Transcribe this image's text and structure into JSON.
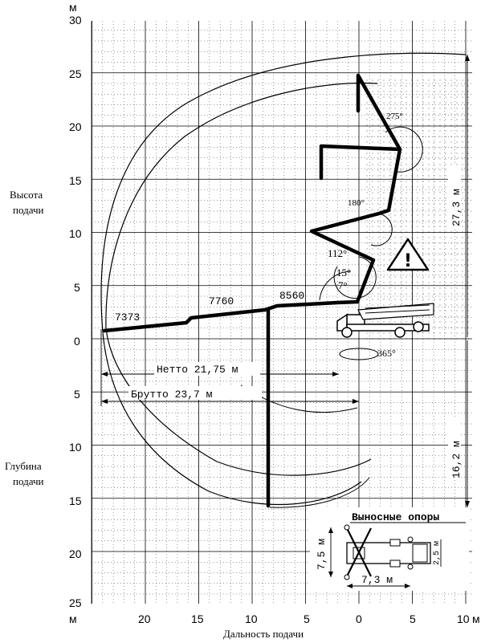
{
  "axis": {
    "unit_top": "м",
    "unit_bottom_left": "м",
    "unit_bottom_right": "м",
    "y_labels_top": [
      "30",
      "25",
      "20",
      "15",
      "10",
      "5",
      "0"
    ],
    "y_labels_bottom": [
      "5",
      "10",
      "15",
      "20",
      "25"
    ],
    "x_labels": [
      "20",
      "15",
      "10",
      "5",
      "0",
      "5",
      "10"
    ]
  },
  "labels": {
    "height_line1": "Высота",
    "height_line2": "подачи",
    "depth_line1": "Глубина",
    "depth_line2": "подачи",
    "reach": "Дальность подачи"
  },
  "boom": {
    "section_weights": [
      "7373",
      "7760",
      "8560"
    ],
    "angles": [
      "275°",
      "180°",
      "112°",
      "15°",
      "7°",
      "365°"
    ]
  },
  "dimensions": {
    "net": "Нетто 21,75 м",
    "gross": "Брутто 23,7 м",
    "height_max": "27,3 м",
    "depth_max": "16,2 м"
  },
  "outriggers": {
    "title": "Выносные опоры",
    "width": "7,5 м",
    "length": "7,3 м",
    "front": "2,5 м"
  },
  "warning": {
    "symbol": "!"
  }
}
